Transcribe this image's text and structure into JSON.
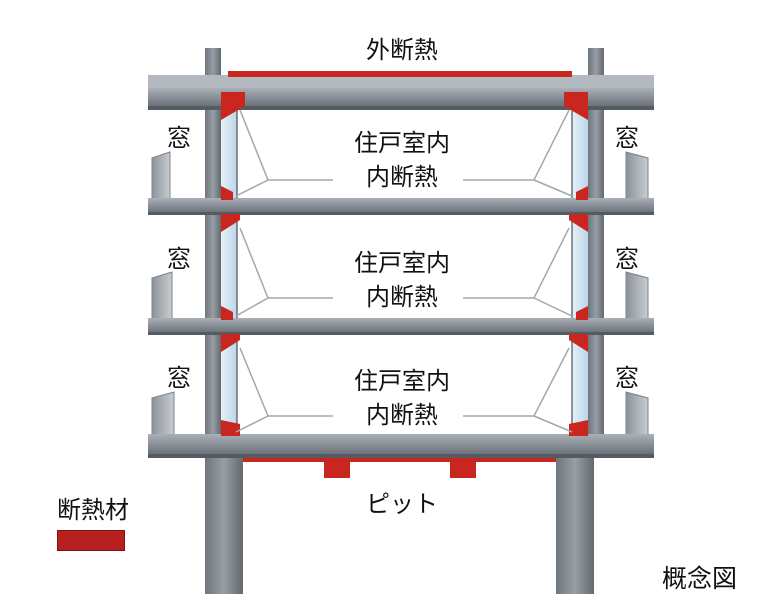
{
  "labels": {
    "outer_insulation": "外断熱",
    "window": "窓",
    "inner_insulation_line1": "住戸室内",
    "inner_insulation_line2": "内断熱",
    "pit": "ピット",
    "legend_label": "断熱材",
    "concept_note": "概念図"
  },
  "colors": {
    "concrete": "#7f868e",
    "concrete_dark": "#5f666d",
    "insulation": "#c8261f",
    "glass": "#cfe4f2",
    "leader": "#9aa3aa"
  }
}
